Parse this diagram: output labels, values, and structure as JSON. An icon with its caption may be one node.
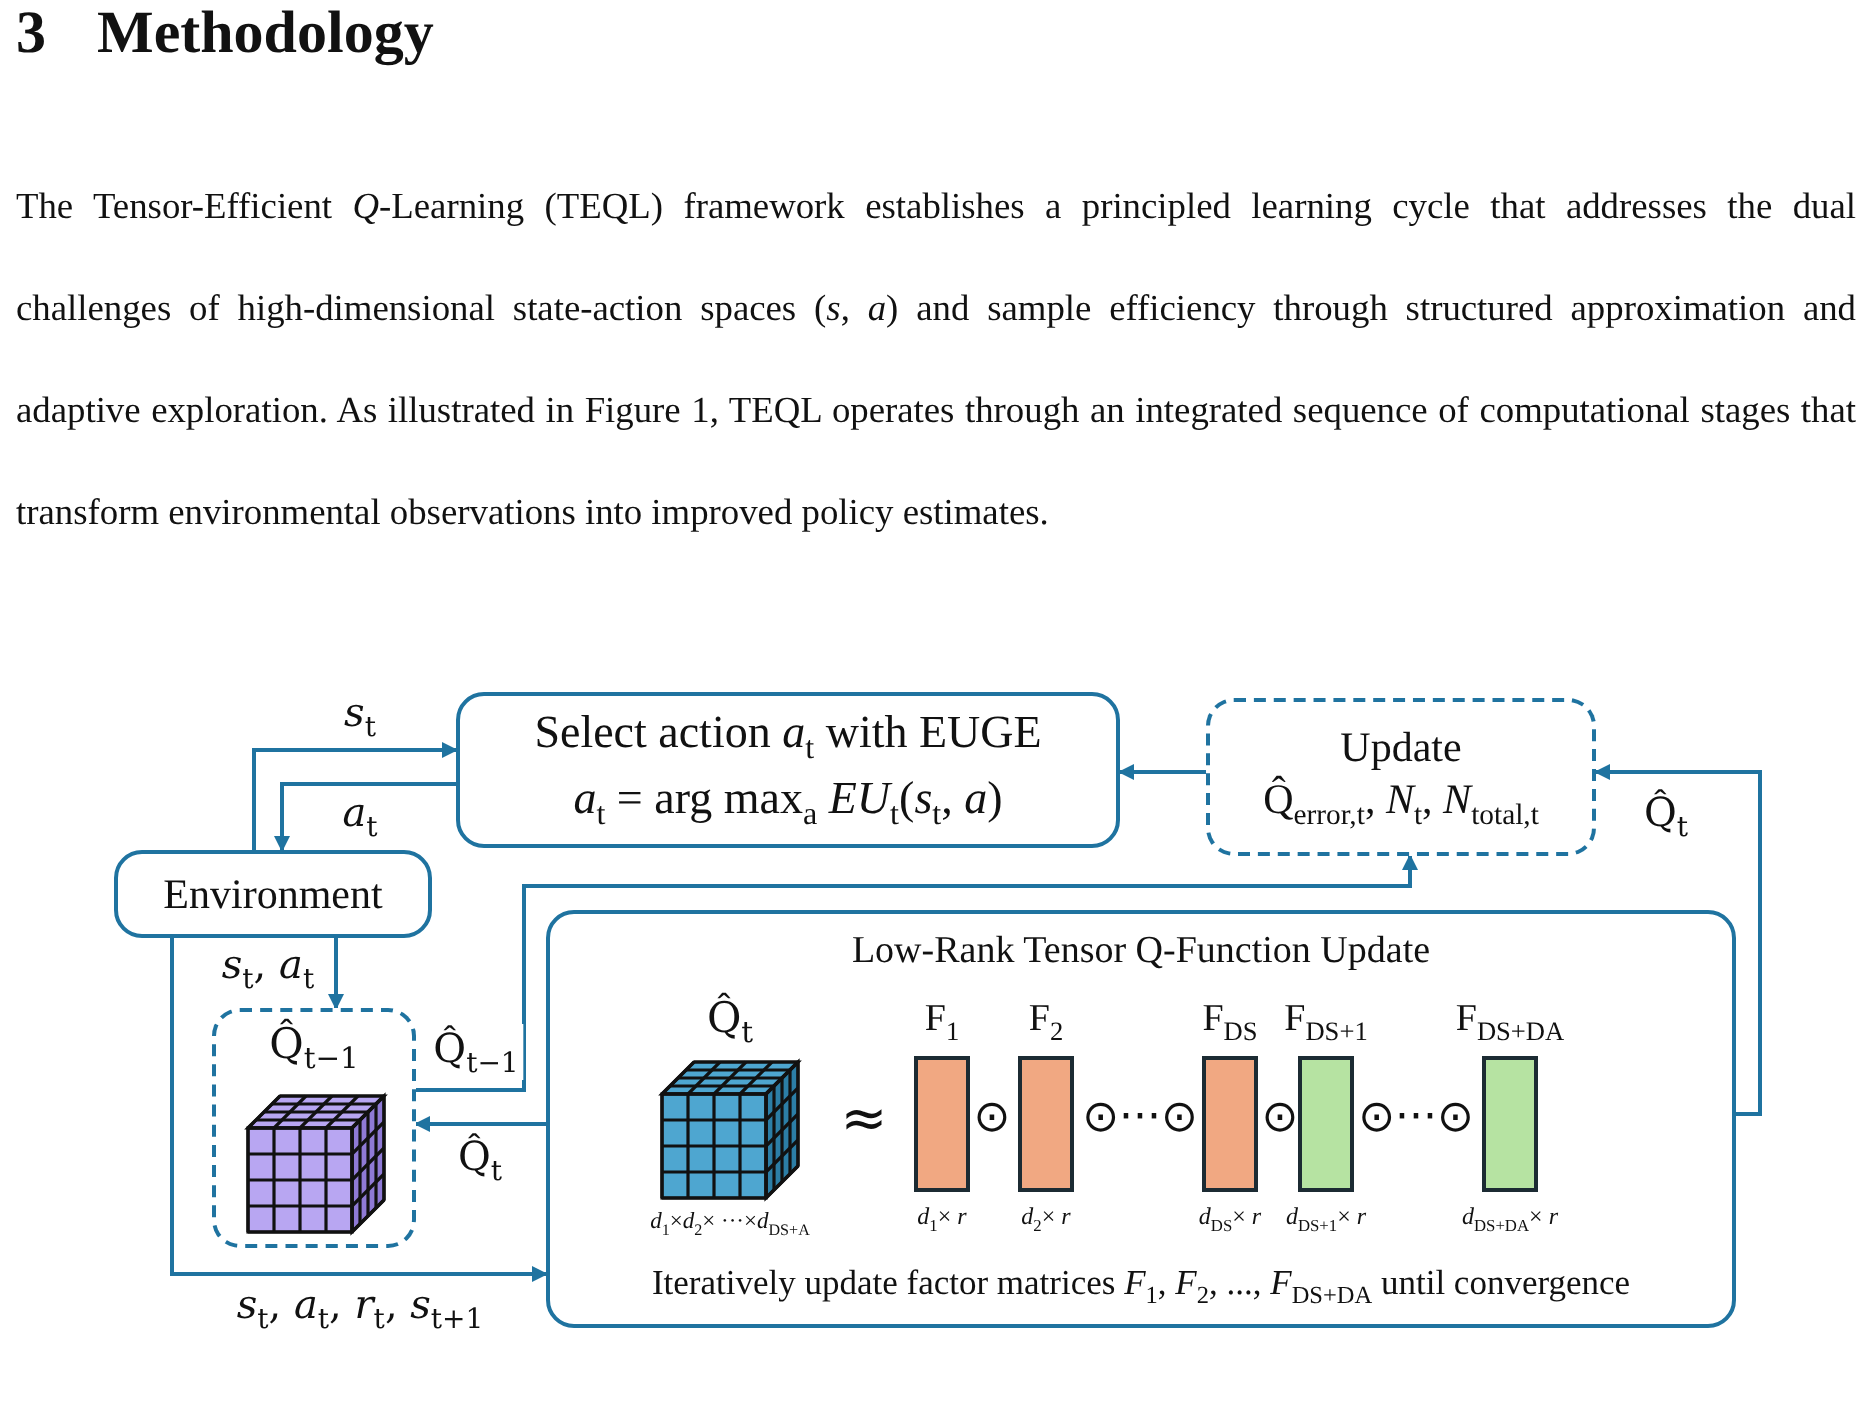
{
  "diagram": {
    "title": "3 Methodology",
    "nodes": [
      {
        "text": [
          "Select action *a*$_{t}$ with EUGE",
          "*a*$_{t}$ = arg max$_{a}$ *EU*$_{t}$(*s*$_{t}$, *a*)"
        ]
      },
      {
        "text": [
          "Update",
          "Q̂$_{error,t}$, *N*$_{t}$, *N*$_{total,t}$"
        ]
      },
      {
        "text": [
          "Environment"
        ]
      },
      {
        "text": [
          "Q̂$_{t−1}$"
        ]
      },
      {
        "text": [
          "Low-Rank Tensor Q-Function Update",
          "Iteratively update factor matrices *F*$_{1}$, *F*$_{2}$, ..., *F*$_{DS+DA}$ until convergence"
        ]
      },
      {
        "text": [
          "Q̂$_{t}$"
        ],
        "beside": [
          "*d*$_{1}$×*d*$_{2}$× ···×*d*$_{DS+A}$"
        ],
        "in": 4
      },
      {
        "text": [
          "F$_{1}$"
        ],
        "beside": [
          "*d*$_{1}$× *r*"
        ],
        "in": 4
      },
      {
        "text": [
          "F$_{2}$"
        ],
        "beside": [
          "*d*$_{2}$× *r*"
        ],
        "in": 4
      },
      {
        "text": [
          "F$_{DS}$"
        ],
        "beside": [
          "*d*$_{DS}$× *r*"
        ],
        "in": 4
      },
      {
        "text": [
          "F$_{DS+1}$"
        ],
        "beside": [
          "*d*$_{DS+1}$× *r*"
        ],
        "in": 4
      },
      {
        "text": [
          "F$_{DS+DA}$"
        ],
        "beside": [
          "*d*$_{DS+DA}$× *r*"
        ],
        "in": 4
      }
    ],
    "edges": [
      {
        "from": 2,
        "to": 0,
        "arrow": "to",
        "label": "*s*$_{t}$"
      },
      {
        "from": 0,
        "to": 2,
        "arrow": "to",
        "label": "*a*$_{t}$"
      },
      {
        "from": 1,
        "to": 0,
        "arrow": "to"
      },
      {
        "from": 2,
        "to": 3,
        "arrow": "to",
        "label": "*s*$_{t}$, *a*$_{t}$"
      },
      {
        "from": 2,
        "to": 4,
        "arrow": "to",
        "label": "*s*$_{t}$, *a*$_{t}$, *r*$_{t}$, *s*$_{t+1}$"
      },
      {
        "from": 3,
        "to": 1,
        "arrow": "to",
        "label": "Q̂$_{t−1}$"
      },
      {
        "from": 4,
        "to": 3,
        "arrow": "to",
        "label": "Q̂$_{t}$"
      },
      {
        "from": 4,
        "to": 1,
        "arrow": "to",
        "label": "Q̂$_{t}$"
      }
    ],
    "labels": [
      "The Tensor-Efficient *Q*-Learning (TEQL) framework establishes a principled learning cycle that addresses the dual challenges of high-dimensional state-action spaces (*s*, *a*) and sample efficiency through structured approximation and adaptive exploration. As illustrated in Figure 1, TEQL operates through an integrated sequence of computational stages that transform environmental observations into improved policy estimates.",
      "≈",
      "⊙",
      "⊙···⊙",
      "⊙",
      "⊙···⊙"
    ]
  }
}
